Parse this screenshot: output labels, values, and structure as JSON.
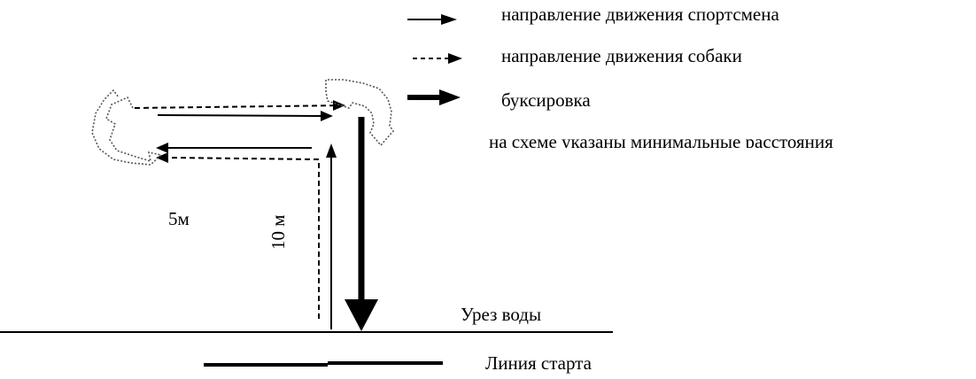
{
  "legend": {
    "athlete_direction": "направление движения спортсмена",
    "dog_direction": "направление движения собаки",
    "towing": "буксировка",
    "note": "на схеме указаны минимальные расстояния"
  },
  "labels": {
    "distance_5m": "5м",
    "distance_10m": "10 м",
    "waterline": "Урез воды",
    "start_line": "Линия старта"
  },
  "colors": {
    "line": "#000000",
    "turn_outline": "#555555",
    "background": "#ffffff"
  }
}
